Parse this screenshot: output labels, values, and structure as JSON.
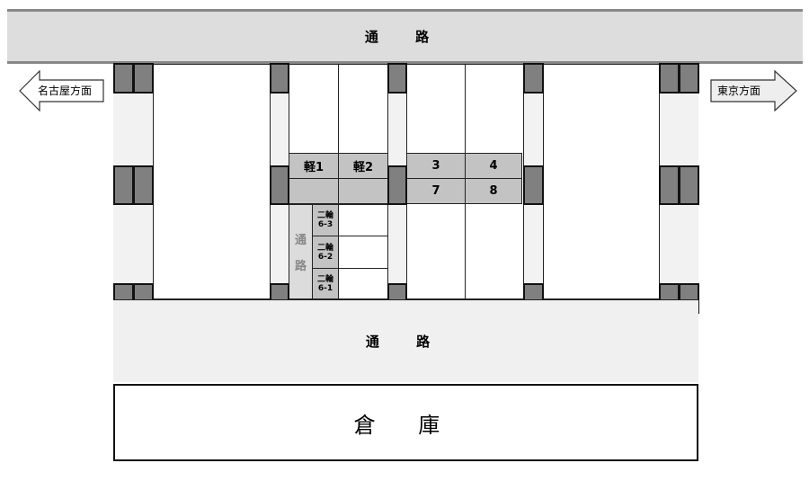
{
  "roads": {
    "top": "通 路",
    "bottom": "通 路",
    "inner": [
      "通",
      "路"
    ]
  },
  "warehouse": "倉 庫",
  "directions": {
    "left": "名古屋方面",
    "right": "東京方面"
  },
  "slots": {
    "row1": [
      "軽1",
      "軽2",
      "3",
      "4"
    ],
    "row2": [
      "",
      "",
      "7",
      "8"
    ]
  },
  "bikes": [
    {
      "l1": "二輪",
      "l2": "6-3"
    },
    {
      "l1": "二輪",
      "l2": "6-2"
    },
    {
      "l1": "二輪",
      "l2": "6-1"
    }
  ],
  "colors": {
    "pillar": "#808080",
    "slot": "#c3c3c3",
    "road": "#dddddd"
  }
}
